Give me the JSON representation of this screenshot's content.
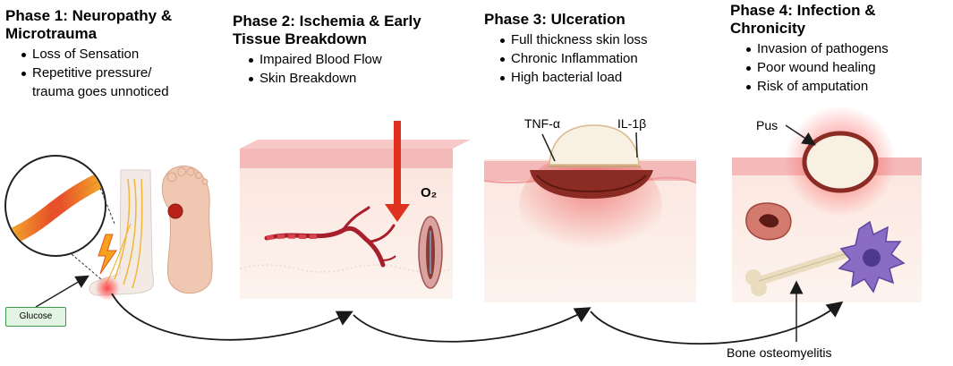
{
  "phases": [
    {
      "title": "Phase 1: Neuropathy &\nMicrotrauma",
      "bullets": [
        "Loss of Sensation",
        "Repetitive pressure/\ntrauma goes unnoticed"
      ]
    },
    {
      "title": "Phase 2: Ischemia & Early\nTissue Breakdown",
      "bullets": [
        "Impaired Blood Flow",
        "Skin Breakdown"
      ]
    },
    {
      "title": "Phase 3: Ulceration",
      "bullets": [
        "Full thickness skin loss",
        "Chronic Inflammation",
        "High bacterial load"
      ]
    },
    {
      "title": "Phase 4: Infection &\nChronicity",
      "bullets": [
        "Invasion of pathogens",
        "Poor wound healing",
        "Risk of amputation"
      ]
    }
  ],
  "labels": {
    "glucose": "Glucose",
    "o2": "O₂",
    "tnf": "TNF-α",
    "il1b": "IL-1β",
    "pus": "Pus",
    "bone": "Bone osteomyelitis"
  },
  "colors": {
    "skin_top": "#f4b9b9",
    "skin_dermis": "#fbe3dc",
    "arrow_red": "#e0301e",
    "wound": "#8a2b24",
    "pus": "#f7f0e3",
    "macrophage": "#8b6cc4",
    "glucose_border": "#3c9a4a"
  }
}
